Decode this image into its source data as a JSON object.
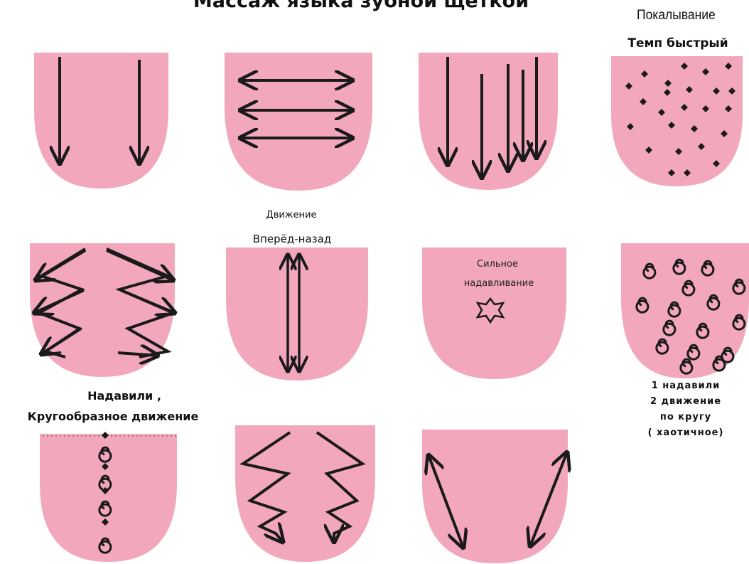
{
  "title": "Массаж языка зубной щёткой",
  "tingling_label": "Покалывание",
  "tempo_label": "Темп быстрый",
  "motion_label": "Движение",
  "back_forth_label": "Вперёд-назад",
  "strong_press": {
    "line1": "Сильное",
    "line2": "надавливание"
  },
  "pressed_label": "Надавили ,",
  "circular_label": "Кругообразное движение",
  "chaotic_caption": {
    "line1": "1 надавили",
    "line2": "2 движение",
    "line3": "по кругу",
    "line4": "( хаотичное)"
  },
  "colors": {
    "tongue": "#f2a7bd",
    "ink": "#1a1a1a"
  }
}
